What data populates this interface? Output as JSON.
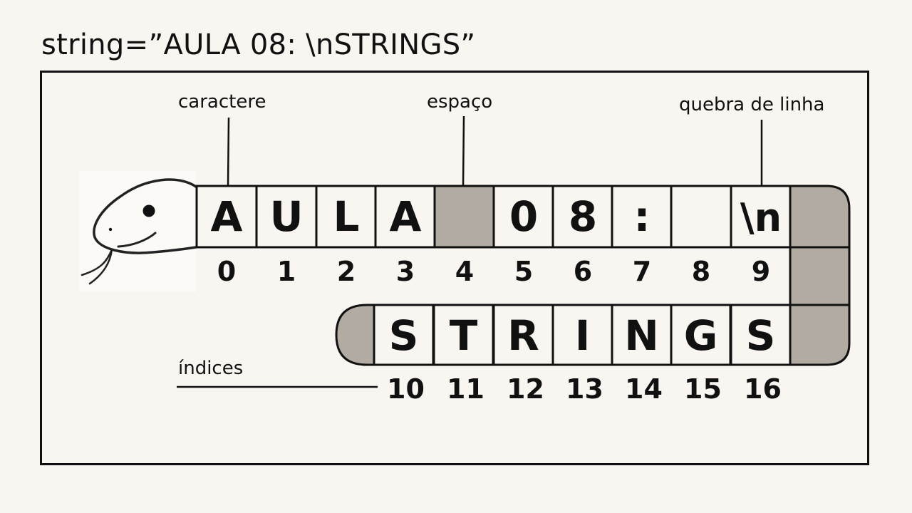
{
  "title": "string=”AULA 08: \\nSTRINGS”",
  "labels": {
    "character": "caractere",
    "space": "espaço",
    "newline": "quebra de linha",
    "indices": "índices"
  },
  "row1": [
    {
      "char": "A",
      "index": "0",
      "kind": "char"
    },
    {
      "char": "U",
      "index": "1",
      "kind": "char"
    },
    {
      "char": "L",
      "index": "2",
      "kind": "char"
    },
    {
      "char": "A",
      "index": "3",
      "kind": "char"
    },
    {
      "char": "",
      "index": "4",
      "kind": "space"
    },
    {
      "char": "0",
      "index": "5",
      "kind": "char"
    },
    {
      "char": "8",
      "index": "6",
      "kind": "char"
    },
    {
      "char": ":",
      "index": "7",
      "kind": "char"
    },
    {
      "char": "",
      "index": "8",
      "kind": "char"
    },
    {
      "char": "\\n",
      "index": "9",
      "kind": "char"
    }
  ],
  "row2": [
    {
      "char": "S",
      "index": "10"
    },
    {
      "char": "T",
      "index": "11"
    },
    {
      "char": "R",
      "index": "12"
    },
    {
      "char": "I",
      "index": "13"
    },
    {
      "char": "N",
      "index": "14"
    },
    {
      "char": "G",
      "index": "15"
    },
    {
      "char": "S",
      "index": "16"
    }
  ],
  "colors": {
    "shaded": "#b1aba1",
    "cell": "#f9f6f1",
    "stroke": "#111111"
  }
}
